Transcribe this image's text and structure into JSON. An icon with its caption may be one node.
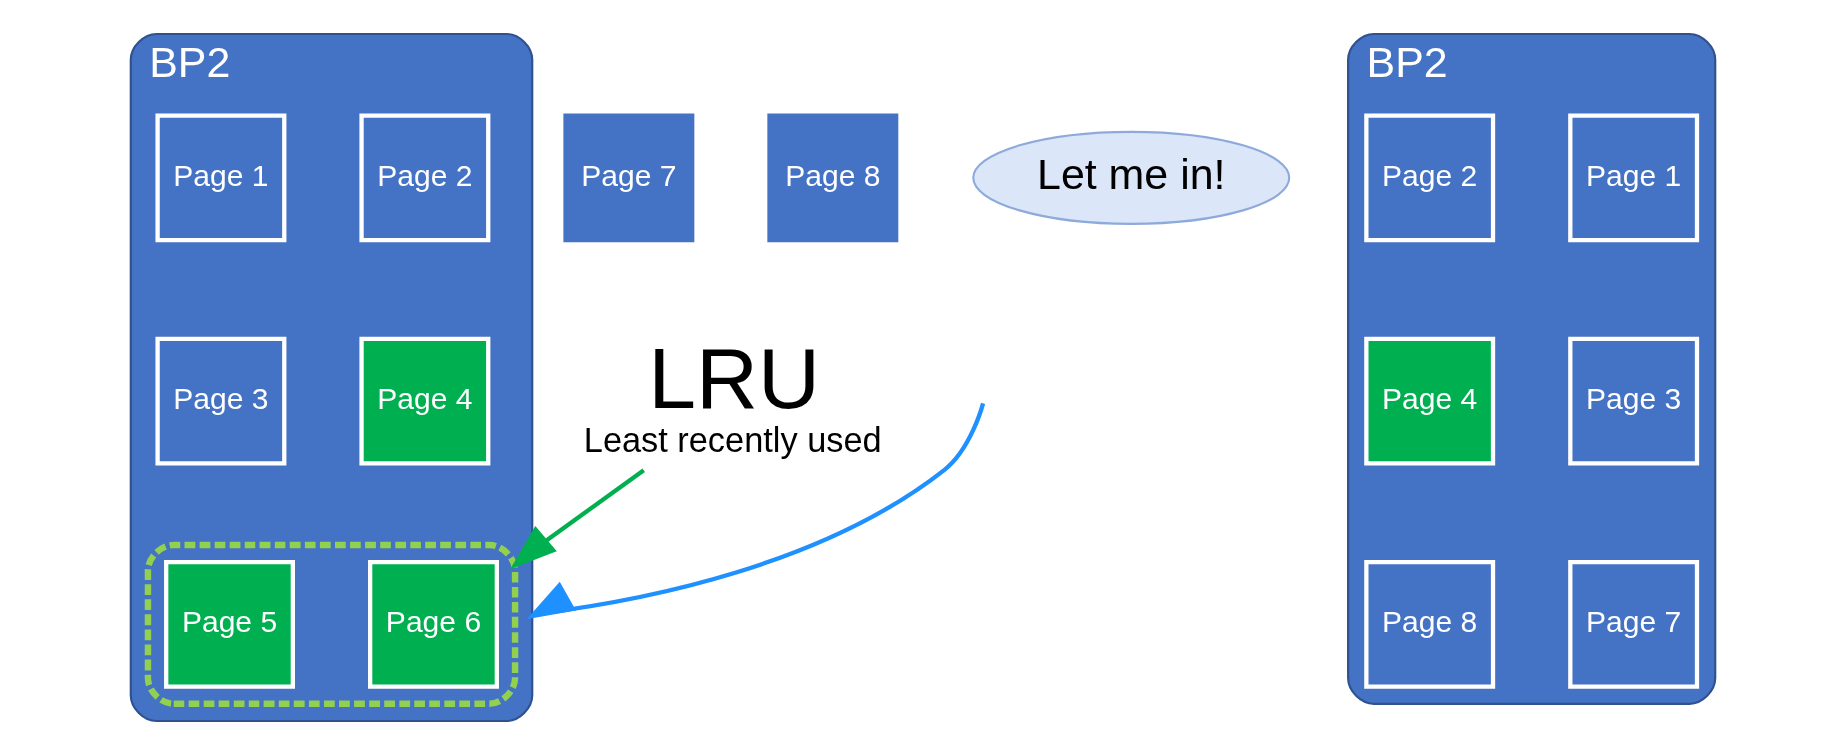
{
  "diagram": {
    "nodes": [
      {
        "text": [
          "BP2"
        ]
      },
      {
        "text": [
          "Page 1"
        ],
        "in": 0
      },
      {
        "text": [
          "Page 2"
        ],
        "in": 0
      },
      {
        "text": [
          "Page 3"
        ],
        "in": 0
      },
      {
        "text": [
          "Page 4"
        ],
        "in": 0
      },
      {
        "text": [],
        "shape": "ellipse",
        "in": 0
      },
      {
        "text": [
          "Page 5"
        ],
        "in": 5
      },
      {
        "text": [
          "Page 6"
        ],
        "in": 5
      },
      {
        "text": [
          "LRU",
          "Least recently used"
        ]
      },
      {
        "text": [
          "Page 7"
        ]
      },
      {
        "text": [
          "Page 8"
        ]
      },
      {
        "text": [
          "Let me in!"
        ]
      },
      {
        "text": [
          "BP2"
        ]
      },
      {
        "text": [
          "Page 1"
        ],
        "in": 12
      },
      {
        "text": [
          "Page 2"
        ],
        "in": 12
      },
      {
        "text": [
          "Page 3"
        ],
        "in": 12
      },
      {
        "text": [
          "Page 4"
        ],
        "in": 12
      },
      {
        "text": [
          "Page 7"
        ],
        "in": 12
      },
      {
        "text": [
          "Page 8"
        ],
        "in": 12
      }
    ],
    "edges": [
      {
        "from": 8,
        "to": 5,
        "arrow": "to",
        "color": "#00b050"
      },
      {
        "from": null,
        "to": 0,
        "arrow": "to",
        "color": "#1e90ff"
      }
    ]
  }
}
